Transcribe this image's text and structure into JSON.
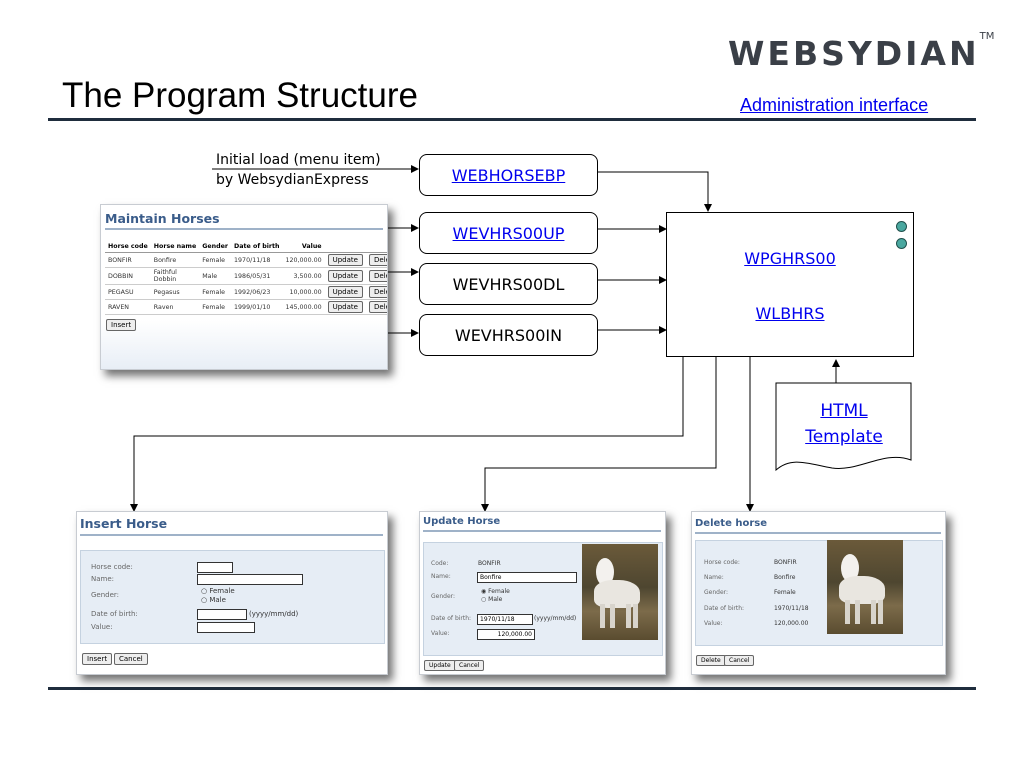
{
  "header": {
    "logo": "WEBSYDIAN",
    "logo_tm": "TM",
    "title": "The Program Structure",
    "subtitle_link": "Administration interface"
  },
  "diagram": {
    "initial_load_line1": "Initial load (menu item)",
    "initial_load_line2": "by WebsydianExpress",
    "boxes": {
      "webhorsebp": "WEBHORSEBP",
      "wevhrs00up": "WEVHRS00UP",
      "wevhrs00dl": "WEVHRS00DL",
      "wevhrs00in": "WEVHRS00IN",
      "wpghrs00": "WPGHRS00",
      "wlbhrs": "WLBHRS",
      "template_line1": "HTML",
      "template_line2": "Template"
    }
  },
  "maintain": {
    "title": "Maintain Horses",
    "columns": [
      "Horse code",
      "Horse name",
      "Gender",
      "Date of birth",
      "Value"
    ],
    "rows": [
      [
        "BONFIR",
        "Bonfire",
        "Female",
        "1970/11/18",
        "120,000.00"
      ],
      [
        "DOBBIN",
        "Faithful Dobbin",
        "Male",
        "1986/05/31",
        "3,500.00"
      ],
      [
        "PEGASU",
        "Pegasus",
        "Female",
        "1992/06/23",
        "10,000.00"
      ],
      [
        "RAVEN",
        "Raven",
        "Female",
        "1999/01/10",
        "145,000.00"
      ]
    ],
    "update_label": "Update",
    "delete_label": "Delete",
    "insert_label": "Insert"
  },
  "insert": {
    "title": "Insert Horse",
    "horse_code": "Horse code:",
    "name": "Name:",
    "gender": "Gender:",
    "female": "Female",
    "male": "Male",
    "dob": "Date of birth:",
    "dob_hint": "(yyyy/mm/dd)",
    "value": "Value:",
    "insert_btn": "Insert",
    "cancel_btn": "Cancel"
  },
  "update": {
    "title": "Update Horse",
    "code_label": "Code:",
    "code_value": "BONFIR",
    "name_label": "Name:",
    "name_value": "Bonfire",
    "gender_label": "Gender:",
    "female": "Female",
    "male": "Male",
    "dob_label": "Date of birth:",
    "dob_value": "1970/11/18",
    "dob_hint": "(yyyy/mm/dd)",
    "value_label": "Value:",
    "value_value": "120,000.00",
    "update_btn": "Update",
    "cancel_btn": "Cancel"
  },
  "delete": {
    "title": "Delete horse",
    "code_label": "Horse code:",
    "code_value": "BONFIR",
    "name_label": "Name:",
    "name_value": "Bonfire",
    "gender_label": "Gender:",
    "gender_value": "Female",
    "dob_label": "Date of birth:",
    "dob_value": "1970/11/18",
    "value_label": "Value:",
    "value_value": "120,000.00",
    "delete_btn": "Delete",
    "cancel_btn": "Cancel"
  },
  "colors": {
    "rule": "#1f2d3d",
    "link": "#0000ee",
    "screen_title": "#3a5c8a",
    "form_bg": "#e6edf5"
  }
}
